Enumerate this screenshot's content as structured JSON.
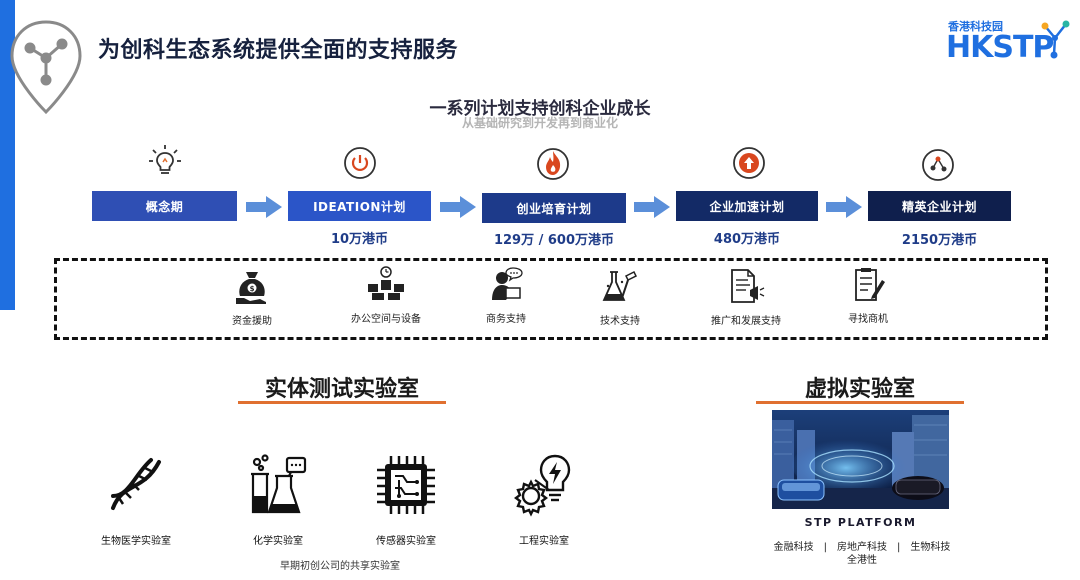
{
  "header": {
    "title": "为创科生态系统提供全面的支持服务",
    "logo_cn": "香港科技园",
    "logo_en": "HKSTP"
  },
  "programs": {
    "title": "一系列计划支持创科企业成长",
    "subtitle": "从基础研究到开发再到商业化",
    "stages": [
      {
        "label": "概念期",
        "amount": "",
        "color": "#2f4fb4",
        "icon": "lightbulb-icon"
      },
      {
        "label": "IDEATION计划",
        "amount": "10万港币",
        "color": "#2b55c8",
        "icon": "power-icon"
      },
      {
        "label": "创业培育计划",
        "amount": "129万 / 600万港币",
        "color": "#1d3a8a",
        "icon": "flame-icon"
      },
      {
        "label": "企业加速计划",
        "amount": "480万港币",
        "color": "#132a66",
        "icon": "upload-arrow-icon"
      },
      {
        "label": "精英企业计划",
        "amount": "2150万港币",
        "color": "#0f1f4d",
        "icon": "network-icon"
      }
    ]
  },
  "supports": [
    {
      "label": "资金援助",
      "icon": "money-bag-icon"
    },
    {
      "label": "办公空间与设备",
      "icon": "office-desk-icon"
    },
    {
      "label": "商务支持",
      "icon": "business-person-icon"
    },
    {
      "label": "技术支持",
      "icon": "lab-flask-icon"
    },
    {
      "label": "推广和发展支持",
      "icon": "megaphone-document-icon"
    },
    {
      "label": "寻找商机",
      "icon": "checklist-icon"
    }
  ],
  "physical_labs": {
    "title": "实体测试实验室",
    "labs": [
      {
        "label": "生物医学实验室",
        "icon": "dna-icon"
      },
      {
        "label": "化学实验室",
        "icon": "chemistry-icon"
      },
      {
        "label": "传感器实验室",
        "icon": "chip-icon"
      },
      {
        "label": "工程实验室",
        "icon": "engineering-icon"
      }
    ],
    "note": "早期初创公司的共享实验室"
  },
  "virtual_lab": {
    "title": "虚拟实验室",
    "platform": "STP PLATFORM",
    "tags_line1": "金融科技　|　房地产科技　|　生物科技",
    "tags_line2": "全港性"
  },
  "colors": {
    "brand_blue": "#1f6fe0",
    "arrow_blue": "#5b8fd9",
    "accent_orange": "#e07030",
    "icon_red": "#d9471f"
  }
}
